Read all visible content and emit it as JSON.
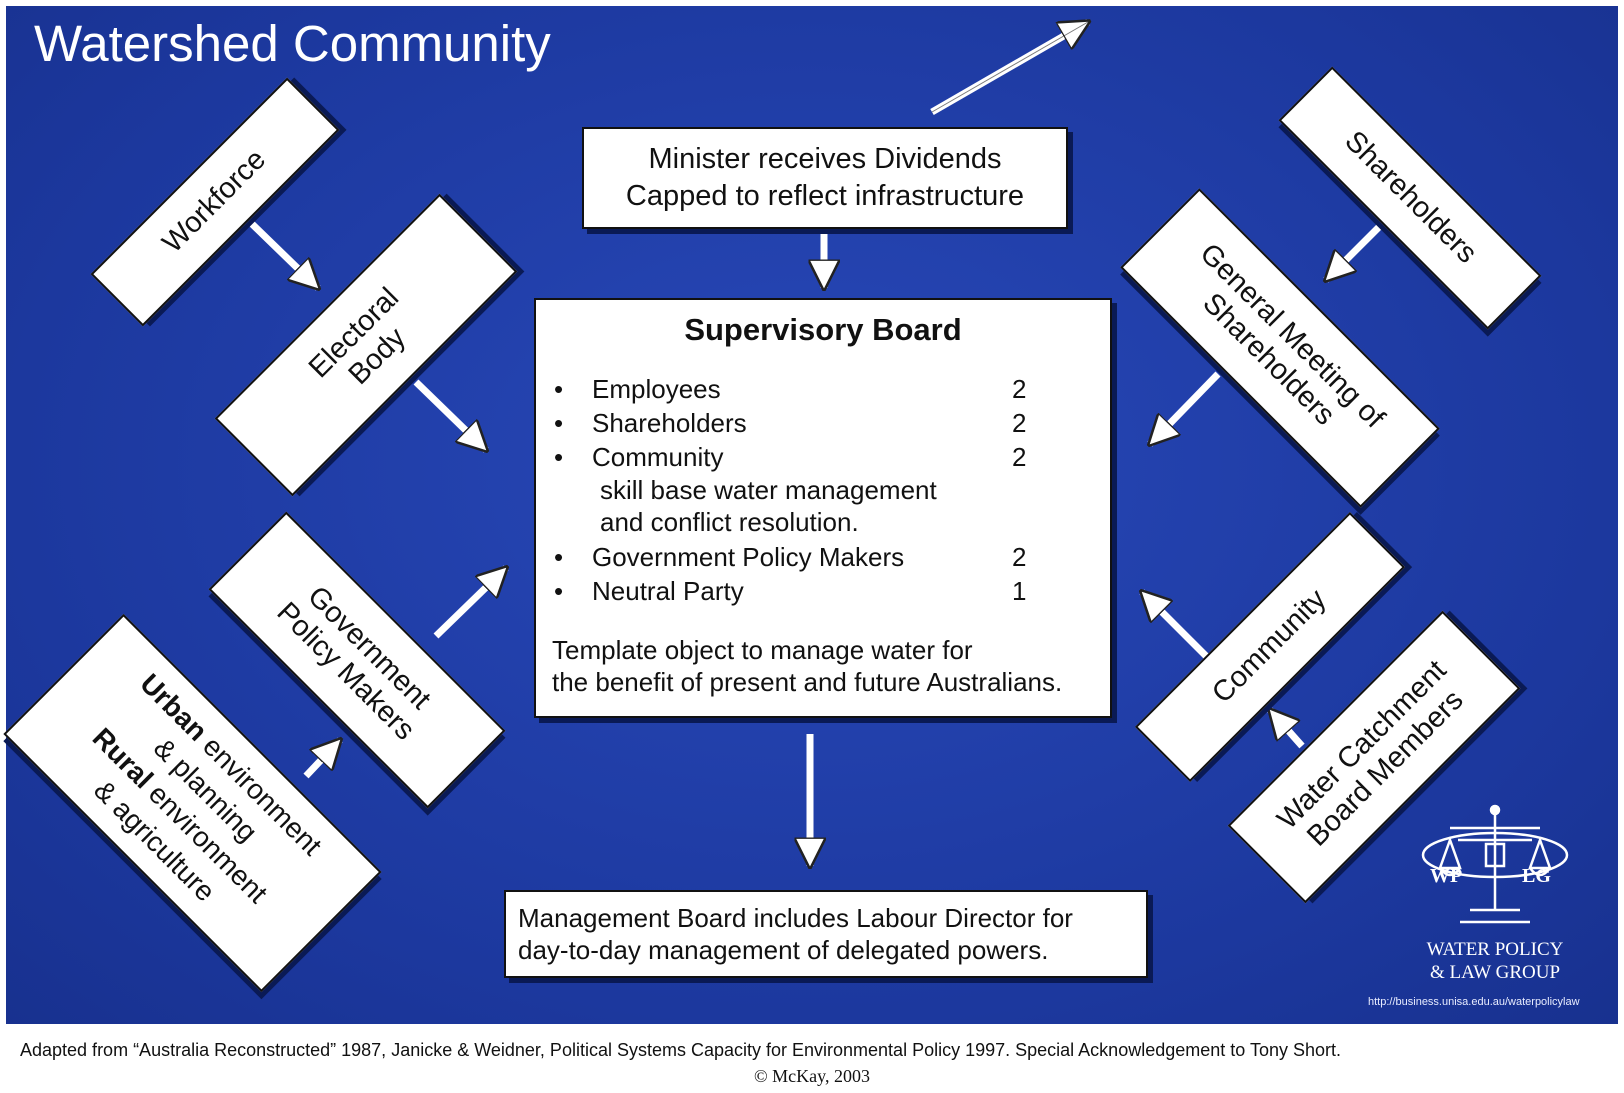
{
  "title": "Watershed Community",
  "minister": {
    "line1": "Minister receives Dividends",
    "line2": "Capped to reflect infrastructure"
  },
  "supervisory_board": {
    "title": "Supervisory Board",
    "members": [
      {
        "label": "Employees",
        "count": "2"
      },
      {
        "label": "Shareholders",
        "count": "2"
      },
      {
        "label": "Community",
        "count": "2"
      }
    ],
    "community_note_line1": "skill base water management",
    "community_note_line2": "and conflict resolution.",
    "members2": [
      {
        "label": "Government Policy Makers",
        "count": "2"
      },
      {
        "label": "Neutral Party",
        "count": "1"
      }
    ],
    "template_line1": "Template object to manage water for",
    "template_line2": "the benefit of present and future Australians."
  },
  "management_board": {
    "line1": "Management Board includes Labour Director for",
    "line2": "day-to-day management of delegated powers."
  },
  "left_boxes": {
    "workforce": "Workforce",
    "electoral_line1": "Electoral",
    "electoral_line2": "Body",
    "gov_line1": "Government",
    "gov_line2": "Policy Makers",
    "urban_bold": "Urban",
    "urban_rest": " environment",
    "urban_line2": "& planning",
    "rural_bold": "Rural",
    "rural_rest": " environment",
    "rural_line2": "& agriculture"
  },
  "right_boxes": {
    "shareholders": "Shareholders",
    "general_line1": "General Meeting of",
    "general_line2": "Shareholders",
    "community": "Community",
    "water_line1": "Water Catchment",
    "water_line2": "Board Members"
  },
  "logo": {
    "letters_left": "WP",
    "letters_right": "LG",
    "name_line1": "WATER POLICY",
    "name_line2": "& LAW GROUP",
    "url": "http://business.unisa.edu.au/waterpolicylaw"
  },
  "footer": {
    "citation": "Adapted from “Australia Reconstructed” 1987, Janicke & Weidner, Political Systems Capacity for Environmental Policy 1997. Special Acknowledgement to Tony Short.",
    "copyright": "© McKay, 2003"
  }
}
